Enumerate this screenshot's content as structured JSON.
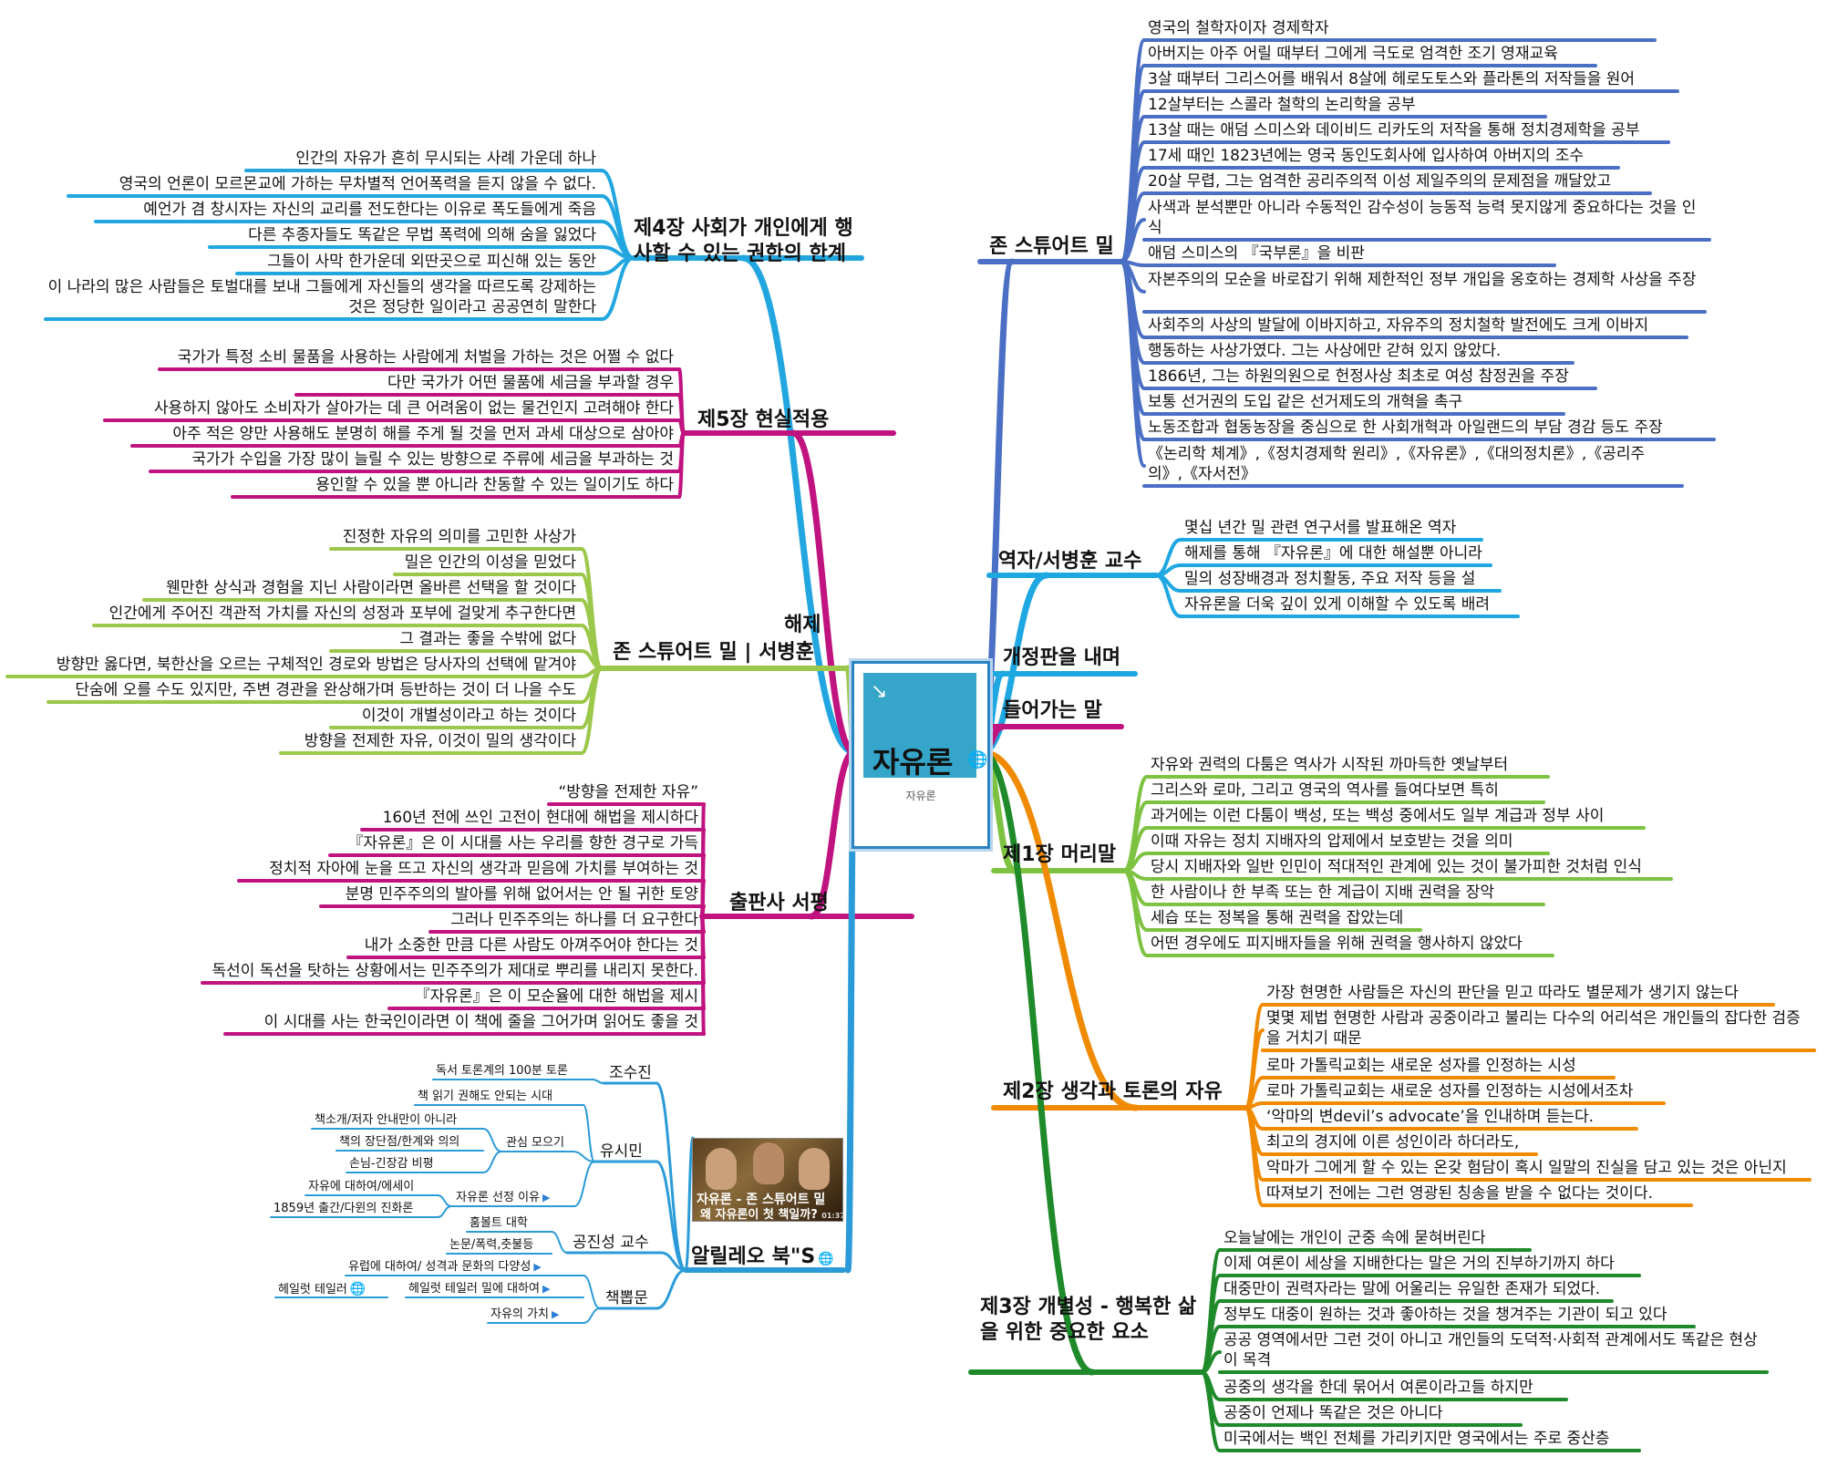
{
  "central": {
    "title": "자유론",
    "subtitle": "자유론",
    "icon": "globe-icon",
    "bird_icon": "bird-icon"
  },
  "colors": {
    "mill": "#4a6fc4",
    "translator": "#1ea7e1",
    "ch1": "#7dc241",
    "ch2": "#f08a00",
    "ch3": "#1f8a2a",
    "ch4": "#22a6e0",
    "ch5": "#c0137f",
    "intro_left": "#9bc84a",
    "publisher": "#c0137f",
    "allireo": "#2a9bd8",
    "revision": "#1ea7e1",
    "entering": "#c0137f"
  },
  "right": {
    "mill": {
      "title": "존 스튜어트 밀",
      "items": [
        "영국의 철학자이자 경제학자",
        "아버지는 아주 어릴 때부터 그에게 극도로 엄격한 조기 영재교육",
        "3살 때부터 그리스어를 배워서 8살에 헤로도토스와 플라톤의 저작들을 원어",
        "12살부터는 스콜라 철학의 논리학을 공부",
        "13살 때는 애덤 스미스와 데이비드 리카도의 저작을 통해 정치경제학을 공부",
        "17세 때인 1823년에는 영국 동인도회사에 입사하여 아버지의 조수",
        "20살 무렵, 그는 엄격한 공리주의적 이성 제일주의의 문제점을 깨달았고",
        "사색과 분석뿐만 아니라 수동적인 감수성이 능동적 능력 못지않게 중요하다는 것을 인식",
        "애덤 스미스의 『국부론』을 비판",
        "자본주의의 모순을 바로잡기 위해 제한적인 정부 개입을 옹호하는 경제학 사상을 주장",
        "사회주의 사상의 발달에 이바지하고, 자유주의 정치철학 발전에도 크게 이바지",
        "행동하는 사상가였다. 그는 사상에만 갇혀 있지 않았다.",
        "1866년, 그는 하원의원으로 헌정사상 최초로 여성 참정권을 주장",
        "보통 선거권의 도입 같은 선거제도의 개혁을 촉구",
        "노동조합과 협동농장을 중심으로 한 사회개혁과 아일랜드의 부담 경감 등도 주장",
        "《논리학 체계》,《정치경제학 원리》,《자유론》,《대의정치론》,《공리주의》,《자서전》"
      ]
    },
    "translator": {
      "title": "역자/서병훈 교수",
      "items": [
        "몇십 년간 밀 관련 연구서를 발표해온 역자",
        "해제를 통해 『자유론』에 대한 해설뿐 아니라",
        "밀의 성장배경과 정치활동, 주요 저작 등을 설",
        "자유론을 더욱 깊이 있게 이해할 수 있도록 배려"
      ]
    },
    "revision": {
      "title": "개정판을 내며"
    },
    "entering": {
      "title": "들어가는 말"
    },
    "ch1": {
      "title": "제1장 머리말",
      "items": [
        "자유와 권력의 다툼은 역사가 시작된 까마득한 옛날부터",
        "그리스와 로마, 그리고 영국의 역사를 들여다보면 특히",
        "과거에는 이런 다툼이 백성, 또는 백성 중에서도 일부 계급과 정부 사이",
        "이때 자유는 정치 지배자의 압제에서 보호받는 것을 의미",
        "당시 지배자와 일반 인민이 적대적인 관계에 있는 것이 불가피한 것처럼 인식",
        "한 사람이나 한 부족 또는 한 계급이 지배 권력을 장악",
        "세습 또는 정복을 통해 권력을 잡았는데",
        "어떤 경우에도 피지배자들을 위해 권력을 행사하지 않았다"
      ]
    },
    "ch2": {
      "title": "제2장 생각과 토론의 자유",
      "items": [
        "가장 현명한 사람들은 자신의 판단을 믿고 따라도 별문제가 생기지 않는다",
        "몇몇 제법 현명한 사람과 공중이라고 불리는 다수의 어리석은 개인들의 잡다한 검증을 거치기 때문",
        "로마 가톨릭교회는 새로운 성자를 인정하는 시성",
        "로마 가톨릭교회는 새로운 성자를 인정하는 시성에서조차",
        "‘악마의 변devil’s advocate’을 인내하며 듣는다.",
        "최고의 경지에 이른 성인이라 하더라도,",
        "악마가 그에게 할 수 있는 온갖 험담이 혹시 일말의 진실을 담고 있는 것은 아닌지",
        "따져보기 전에는 그런 영광된 칭송을 받을 수 없다는 것이다."
      ]
    },
    "ch3": {
      "title": "제3장 개별성 - 행복한 삶을 위한 중요한 요소",
      "items": [
        "오늘날에는 개인이 군중 속에 묻혀버린다",
        "이제 여론이 세상을 지배한다는 말은 거의 진부하기까지 하다",
        "대중만이 권력자라는 말에 어울리는 유일한 존재가 되었다.",
        "정부도 대중이 원하는 것과 좋아하는 것을 챙겨주는 기관이 되고 있다",
        "공공 영역에서만 그런 것이 아니고 개인들의 도덕적·사회적 관계에서도 똑같은 현상이 목격",
        "공중의 생각을 한데 묶어서 여론이라고들 하지만",
        "공중이 언제나 똑같은 것은 아니다",
        "미국에서는 백인 전체를 가리키지만 영국에서는 주로 중산층"
      ]
    }
  },
  "left": {
    "ch4": {
      "title": "제4장 사회가 개인에게 행사할 수 있는 권한의 한계",
      "items": [
        "인간의 자유가 흔히 무시되는 사례 가운데 하나",
        "영국의 언론이 모르몬교에 가하는 무차별적 언어폭력을 듣지 않을 수 없다.",
        "예언가 겸 창시자는 자신의 교리를 전도한다는 이유로 폭도들에게 죽음",
        "다른 추종자들도 똑같은 무법 폭력에 의해 숨을 잃었다",
        "그들이 사막 한가운데 외딴곳으로 피신해 있는 동안",
        "이 나라의 많은 사람들은 토벌대를 보내 그들에게 자신들의 생각을 따르도록 강제하는 것은 정당한 일이라고 공공연히 말한다"
      ]
    },
    "ch5": {
      "title": "제5장 현실적용",
      "items": [
        "국가가 특정 소비 물품을 사용하는 사람에게 처벌을 가하는 것은 어쩔 수 없다",
        "다만 국가가 어떤 물품에 세금을 부과할 경우",
        "사용하지 않아도 소비자가 살아가는 데 큰 어려움이 없는 물건인지 고려해야 한다",
        "아주 적은 양만 사용해도 분명히 해를 주게 될 것을 먼저 과세 대상으로 삼아야",
        "국가가 수입을 가장 많이 늘릴 수 있는 방향으로 주류에 세금을 부과하는 것",
        "용인할 수 있을 뿐 아니라 찬동할 수 있는 일이기도 하다"
      ]
    },
    "commentary": {
      "title": "해제",
      "subtitle": "존 스튜어트 밀 | 서병훈",
      "items": [
        "진정한 자유의 의미를 고민한 사상가",
        "밀은 인간의 이성을 믿었다",
        "웬만한 상식과 경험을 지닌 사람이라면 올바른 선택을 할 것이다",
        "인간에게 주어진 객관적 가치를 자신의 성정과 포부에 걸맞게 추구한다면",
        "그 결과는 좋을 수밖에 없다",
        "방향만 옳다면, 북한산을 오르는 구체적인 경로와 방법은 당사자의 선택에 맡겨야",
        "단숨에 오를 수도 있지만, 주변 경관을 완상해가며 등반하는 것이 더 나을 수도",
        "이것이 개별성이라고 하는 것이다",
        "방향을 전제한 자유, 이것이 밀의 생각이다"
      ]
    },
    "publisher": {
      "title": "출판사 서평",
      "items": [
        "“방향을 전제한 자유”",
        "160년 전에 쓰인 고전이 현대에 해법을 제시하다",
        "『자유론』은 이 시대를 사는 우리를 향한 경구로 가득",
        "정치적 자아에 눈을 뜨고 자신의 생각과 믿음에 가치를 부여하는 것",
        "분명 민주주의의 발아를 위해 없어서는 안 될 귀한 토양",
        "그러나 민주주의는 하나를 더 요구한다",
        "내가 소중한 만큼 다른 사람도 아껴주어야 한다는 것",
        "독선이 독선을 탓하는 상황에서는 민주주의가 제대로 뿌리를 내리지 못한다.",
        "『자유론』은 이 모순율에 대한 해법을 제시",
        "이 시대를 사는 한국인이라면 이 책에 줄을 그어가며 읽어도 좋을 것"
      ]
    },
    "allireo": {
      "title": "알릴레오 북\"S",
      "thumb_line1": "자유론 - 존 스튜어트 밀",
      "thumb_line2": "왜 자유론이 첫 책일까?",
      "thumb_time": "01:37",
      "people": [
        {
          "name": "조수진",
          "items": [
            "독서 토론계의 100분 토론"
          ]
        },
        {
          "name": "유시민",
          "items": [
            "책 읽기 권해도 안되는 시대"
          ],
          "groups": [
            {
              "name": "관심 모으기",
              "items": [
                "책소개/저자 안내만이 아니라",
                "책의 장단점/한계와 의의",
                "손님-긴장감 비평"
              ]
            },
            {
              "name": "자유론 선정 이유",
              "items": [
                "자유에 대하여/에세이",
                "1859년 출간/다윈의 진화론"
              ]
            }
          ]
        },
        {
          "name": "공진성 교수",
          "items": [
            "훔볼트 대학",
            "논문/폭력,춧불등"
          ]
        },
        {
          "name": "책뽑문",
          "items": [
            "유럽에 대하여/ 성격과 문화의 다양성",
            "헤일럿 테일러 밀에 대하여",
            "자유의 가치"
          ],
          "extra": "헤일럿 테일러"
        }
      ]
    }
  }
}
